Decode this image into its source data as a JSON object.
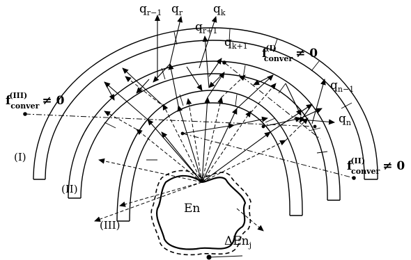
{
  "labels": {
    "q_r_minus_1": {
      "base": "q",
      "sub": "r−1"
    },
    "q_r": {
      "base": "q",
      "sub": "r"
    },
    "q_k": {
      "base": "q",
      "sub": "k"
    },
    "q_r_plus_1": {
      "base": "q",
      "sub": "r+1"
    },
    "q_k_plus_1": {
      "base": "q",
      "sub": "k+1"
    },
    "q_n_minus_1": {
      "base": "q",
      "sub": "n−1"
    },
    "q_n": {
      "base": "q",
      "sub": "n"
    },
    "f_I": {
      "base": "f",
      "sup": "(I)",
      "sub": "conver",
      "rel": "≠ 0"
    },
    "f_II": {
      "base": "f",
      "sup": "(II)",
      "sub": "conver",
      "rel": "≠ 0"
    },
    "f_III": {
      "base": "f",
      "sup": "(III)",
      "sub": "conver",
      "rel": "≠ 0"
    },
    "region_I": "(I)",
    "region_II": "(II)",
    "region_III": "(III)",
    "en": "En",
    "delta_en": {
      "base": "ΔEn",
      "sub": "j"
    }
  },
  "colors": {
    "ink": "#000000",
    "background": "#ffffff"
  }
}
